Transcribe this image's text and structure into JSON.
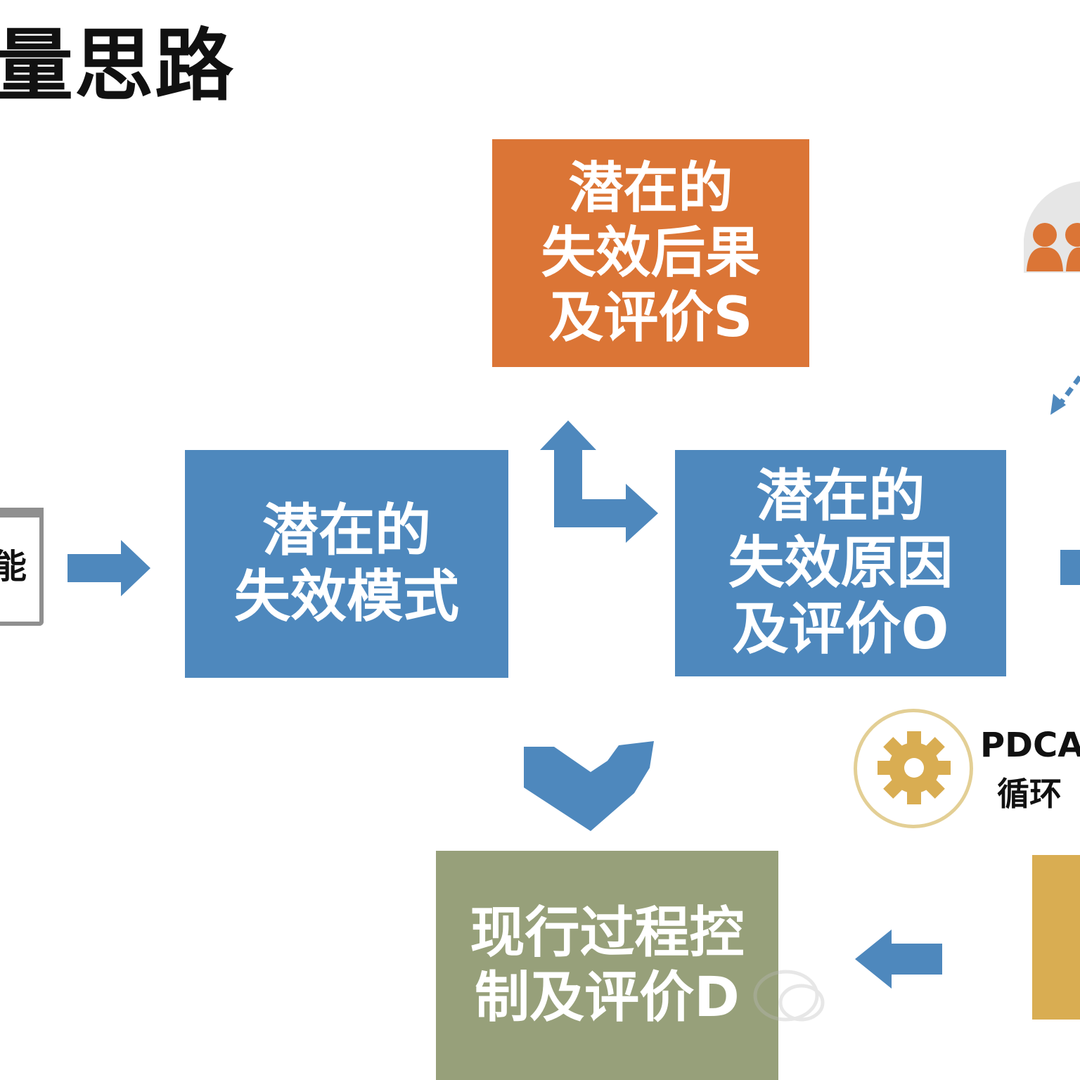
{
  "title": "量思路",
  "boxes": {
    "effects": {
      "lines": [
        "潜在的",
        "失效后果",
        "及评价S"
      ],
      "color": "#db7536"
    },
    "modes": {
      "lines": [
        "潜在的",
        "失效模式"
      ],
      "color": "#4e88bd"
    },
    "causes": {
      "lines": [
        "潜在的",
        "失效原因",
        "及评价O"
      ],
      "color": "#4e88bd"
    },
    "control": {
      "lines": [
        "现行过程控",
        "制及评价D"
      ],
      "color": "#97a07a"
    }
  },
  "left_partial": {
    "text": "能"
  },
  "pdca": {
    "line1": "PDCA",
    "line2": "循环",
    "icon": "gear-icon"
  },
  "arrow_color": "#4e88bd"
}
